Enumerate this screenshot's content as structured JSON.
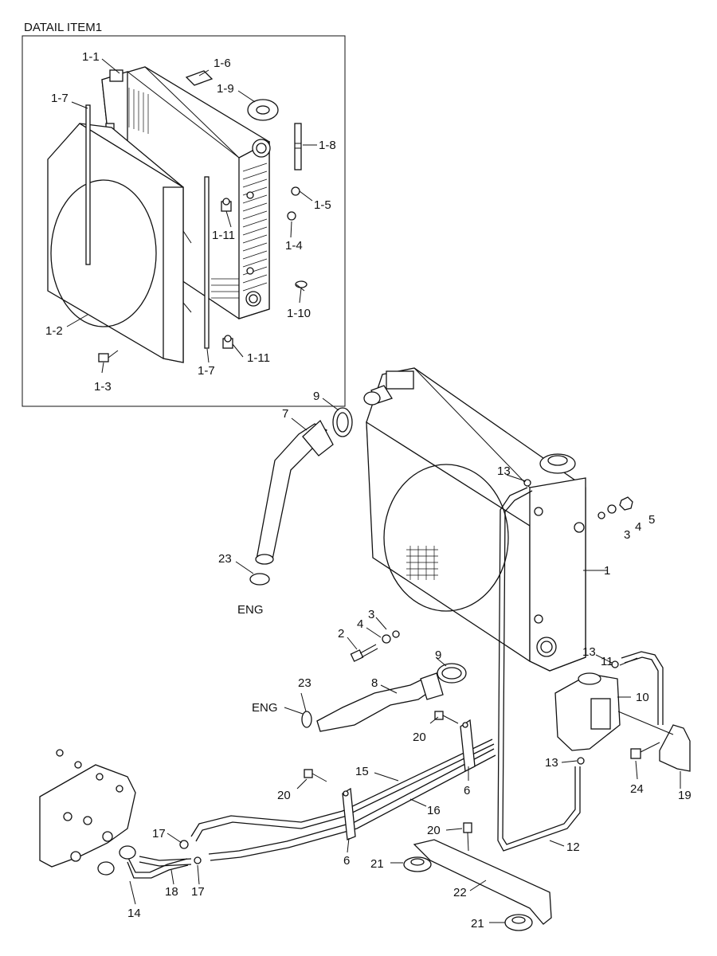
{
  "title": "DATAIL ITEM1",
  "labels": {
    "d_1_1": "1-1",
    "d_1_6": "1-6",
    "d_1_9": "1-9",
    "d_1_7a": "1-7",
    "d_1_8": "1-8",
    "d_1_5": "1-5",
    "d_1_11a": "1-11",
    "d_1_4": "1-4",
    "d_1_10": "1-10",
    "d_1_2": "1-2",
    "d_1_3": "1-3",
    "d_1_7b": "1-7",
    "d_1_11b": "1-11",
    "p9a": "9",
    "p7": "7",
    "p13a": "13",
    "p5": "5",
    "p4a": "4",
    "p3a": "3",
    "p1": "1",
    "p23a": "23",
    "eng_a": "ENG",
    "p3b": "3",
    "p4b": "4",
    "p2": "2",
    "p9b": "9",
    "p11": "11",
    "p13b": "13",
    "p23b": "23",
    "p8": "8",
    "eng_b": "ENG",
    "p10": "10",
    "p20a": "20",
    "p13c": "13",
    "p15": "15",
    "p6a": "6",
    "p24": "24",
    "p19": "19",
    "p20b": "20",
    "p16": "16",
    "p20c": "20",
    "p17a": "17",
    "p12": "12",
    "p6b": "6",
    "p21a": "21",
    "p18": "18",
    "p17b": "17",
    "p22": "22",
    "p14": "14",
    "p21b": "21"
  }
}
